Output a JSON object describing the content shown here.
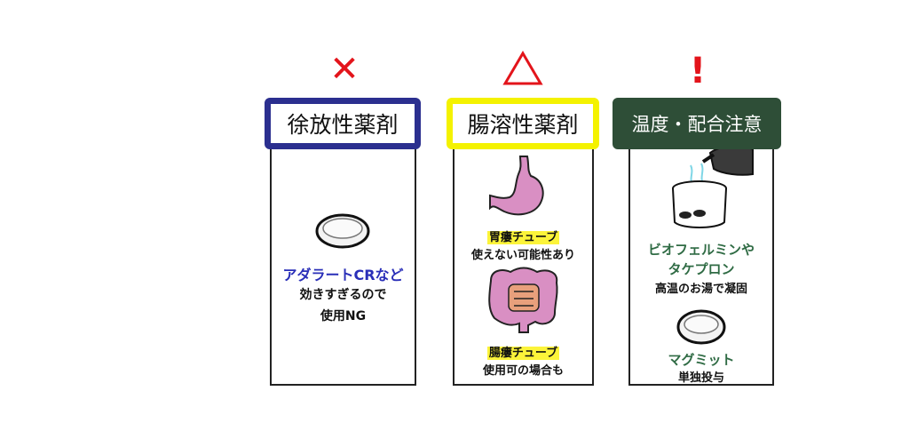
{
  "marks": {
    "bad": "✕",
    "caution": "",
    "warning": "!"
  },
  "columns": [
    {
      "header": "徐放性薬剤",
      "drug": "アダラートCRなど",
      "note1": "効きすぎるので",
      "note2": "使用NG"
    },
    {
      "header": "腸溶性薬剤",
      "tube1": "胃瘻チューブ",
      "tube1_note": "使えない可能性あり",
      "tube2": "腸瘻チューブ",
      "tube2_note": "使用可の場合も"
    },
    {
      "header": "温度・配合注意",
      "drug_line1": "ビオフェルミンや",
      "drug_line2": "タケプロン",
      "drug_note": "高温のお湯で凝固",
      "drug2": "マグミット",
      "drug2_note": "単独投与"
    }
  ],
  "colors": {
    "red": "#e3141b",
    "navy": "#2b2f8f",
    "yellow": "#f4f200",
    "green": "#2e4e37",
    "stomach": "#d98fc3",
    "intestine": "#d98fc3"
  },
  "icons": [
    "x-mark-icon",
    "triangle-icon",
    "exclamation-icon",
    "pill-icon",
    "stomach-icon",
    "intestine-icon",
    "cup-icon",
    "kettle-icon"
  ]
}
